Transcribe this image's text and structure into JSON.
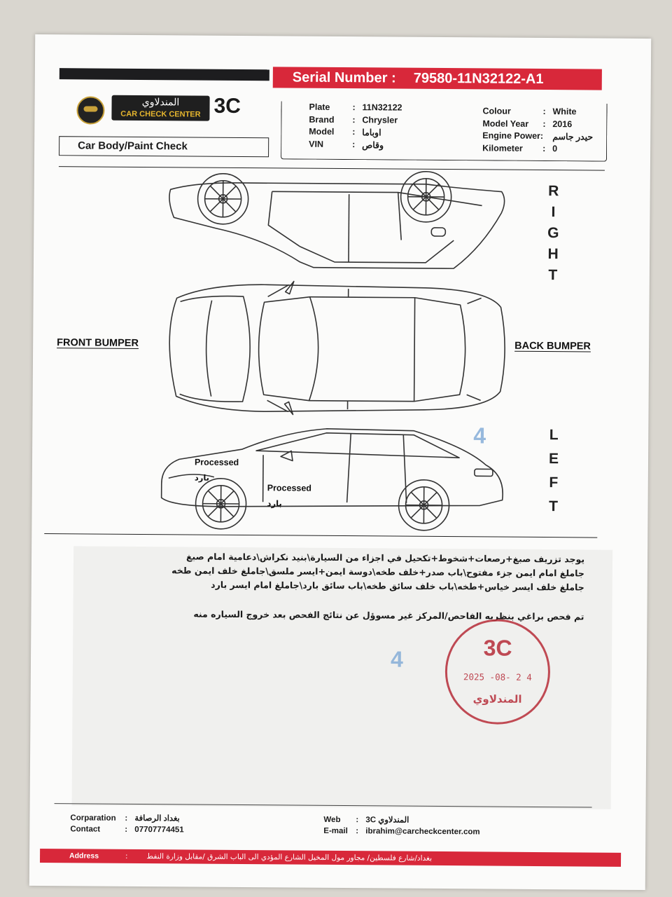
{
  "header": {
    "serial_label": "Serial Number :",
    "serial_value": "79580-11N32122-A1",
    "brand_arabic": "المندلاوي",
    "brand_english": "CAR CHECK CENTER",
    "brand_short": "3C",
    "section_title": "Car Body/Paint Check"
  },
  "vehicle": {
    "left": [
      {
        "label": "Plate",
        "value": "11N32122"
      },
      {
        "label": "Brand",
        "value": "Chrysler"
      },
      {
        "label": "Model",
        "value": "اوباما"
      },
      {
        "label": "VIN",
        "value": "وقاص"
      }
    ],
    "right": [
      {
        "label": "Colour",
        "value": "White"
      },
      {
        "label": "Model Year",
        "value": "2016"
      },
      {
        "label": "Engine Power:",
        "value": "حيدر جاسم"
      },
      {
        "label": "Kilometer",
        "value": "0"
      }
    ],
    "separator": ":"
  },
  "diagram": {
    "right_letters": [
      "R",
      "I",
      "G",
      "H",
      "T"
    ],
    "left_letters": [
      "L",
      "E",
      "F",
      "T"
    ],
    "front_bumper": "FRONT BUMPER",
    "back_bumper": "BACK BUMPER",
    "mark_number": "4",
    "annotations": [
      {
        "en": "Processed",
        "ar": "بارد"
      },
      {
        "en": "Processed",
        "ar": "بارد"
      }
    ]
  },
  "notes": {
    "lines": [
      "يوجد تزريف صبغ+رصعات+شخوط+تكحيل في اجزاء من السيارة\\بنيد نكراش\\دعامية امام صبغ",
      "جاملغ امام ايمن جزء مفتوح\\باب صدر+خلف طخه\\دوسة ايمن+ايسر ملسق\\جاملغ خلف ايمن طخه",
      "جاملغ خلف ايسر خياس+طخه\\باب خلف سائق طخه\\باب سائق بارد\\جاملغ امام ايسر بارد"
    ],
    "disclaimer": "تم فحص براغي بنظريه الفاحص/المركز غير مسوؤل عن نتائج الفحص بعد خروج السياره منه",
    "mark_number": "4"
  },
  "stamp": {
    "title": "3C",
    "date": "2025 -08- 2 4",
    "name": "المندلاوي"
  },
  "footer": {
    "corparation_label": "Corparation",
    "corparation_value": "بغداد الرصافة",
    "contact_label": "Contact",
    "contact_value": "07707774451",
    "web_label": "Web",
    "web_value": "المندلاوي 3C",
    "email_label": "E-mail",
    "email_value": "ibrahim@carcheckcenter.com",
    "separator": ":",
    "address_label": "Address",
    "address_value": "بغداد/شارع فلسطين/ مجاور مول المخيل الشارع المؤدي الى الباب الشرق /مقابل وزارة النفط"
  },
  "colors": {
    "accent_red": "#d8283a",
    "stamp_red": "#b8323e",
    "stamp_blue": "#7fa9d6",
    "dark": "#1d1d1f",
    "gold": "#e6b62e"
  }
}
